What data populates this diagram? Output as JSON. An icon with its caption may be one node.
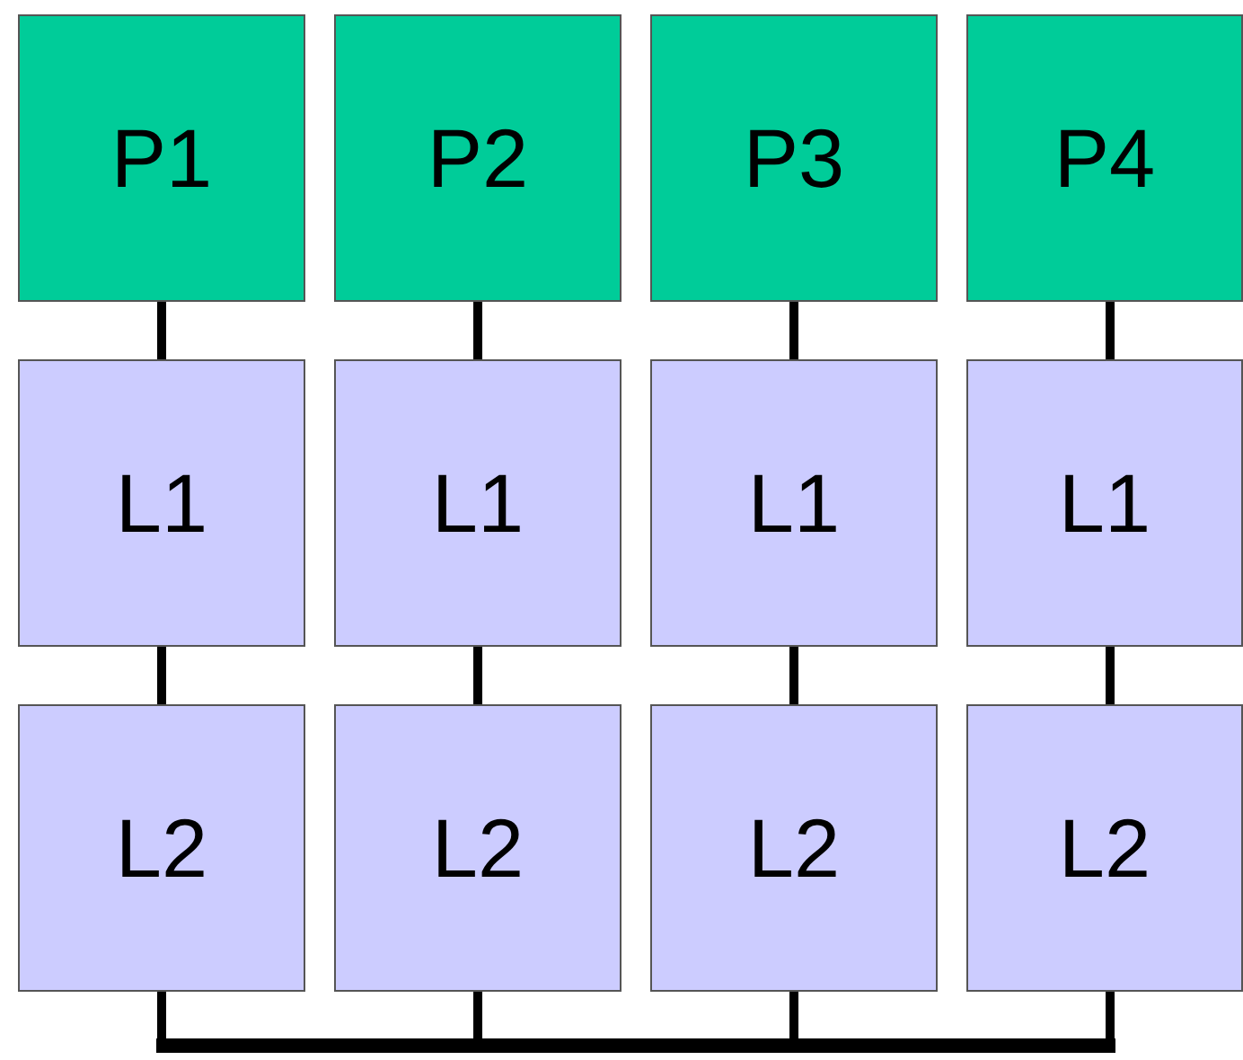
{
  "diagram": {
    "nodes": [
      {
        "text": [
          "P1"
        ]
      },
      {
        "text": [
          "P2"
        ]
      },
      {
        "text": [
          "P3"
        ]
      },
      {
        "text": [
          "P4"
        ]
      },
      {
        "text": [
          "L1"
        ]
      },
      {
        "text": [
          "L1"
        ]
      },
      {
        "text": [
          "L1"
        ]
      },
      {
        "text": [
          "L1"
        ]
      },
      {
        "text": [
          "L2"
        ]
      },
      {
        "text": [
          "L2"
        ]
      },
      {
        "text": [
          "L2"
        ]
      },
      {
        "text": [
          "L2"
        ]
      },
      {
        "text": [],
        "shape": "bar"
      }
    ],
    "edges": [
      {
        "from": 0,
        "to": 4,
        "arrow": "none"
      },
      {
        "from": 1,
        "to": 5,
        "arrow": "none"
      },
      {
        "from": 2,
        "to": 6,
        "arrow": "none"
      },
      {
        "from": 3,
        "to": 7,
        "arrow": "none"
      },
      {
        "from": 4,
        "to": 8,
        "arrow": "none"
      },
      {
        "from": 5,
        "to": 9,
        "arrow": "none"
      },
      {
        "from": 6,
        "to": 10,
        "arrow": "none"
      },
      {
        "from": 7,
        "to": 11,
        "arrow": "none"
      },
      {
        "from": 8,
        "to": 12,
        "arrow": "none"
      },
      {
        "from": 9,
        "to": 12,
        "arrow": "none"
      },
      {
        "from": 10,
        "to": 12,
        "arrow": "none"
      },
      {
        "from": 11,
        "to": 12,
        "arrow": "none"
      }
    ]
  }
}
